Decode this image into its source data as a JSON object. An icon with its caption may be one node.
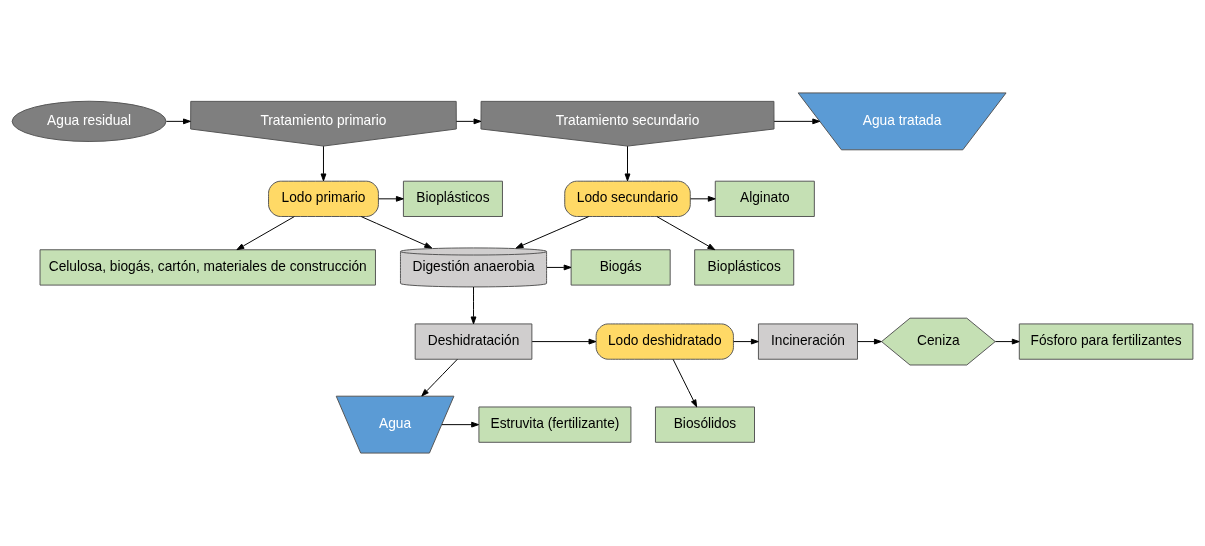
{
  "diagram": {
    "nodes": [
      {
        "text": [
          "Agua residual"
        ]
      },
      {
        "text": [
          "Tratamiento primario"
        ]
      },
      {
        "text": [
          "Tratamiento secundario"
        ]
      },
      {
        "text": [
          "Agua tratada"
        ]
      },
      {
        "text": [
          "Bioplásticos"
        ]
      },
      {
        "text": [
          "Lodo primario"
        ]
      },
      {
        "text": [
          "Lodo secundario"
        ]
      },
      {
        "text": [
          "Alginato"
        ]
      },
      {
        "text": [
          "Celulosa, biogás, cartón, materiales de construcción"
        ]
      },
      {
        "text": [
          "Bioplásticos"
        ]
      },
      {
        "text": [
          "Biogás"
        ]
      },
      {
        "text": [
          "Digestión anaerobia"
        ]
      },
      {
        "text": [
          "Deshidratación"
        ]
      },
      {
        "text": [
          "Lodo deshidratado"
        ]
      },
      {
        "text": [
          "Incineración"
        ]
      },
      {
        "text": [
          "Ceniza"
        ]
      },
      {
        "text": [
          "Fósforo para fertilizantes"
        ]
      },
      {
        "text": [
          "Estruvita (fertilizante)"
        ]
      },
      {
        "text": [
          "Agua"
        ]
      },
      {
        "text": [
          "Biosólidos"
        ]
      }
    ],
    "edges": [
      {
        "from": 0,
        "to": 1,
        "arrow": "to"
      },
      {
        "from": 1,
        "to": 2,
        "arrow": "to"
      },
      {
        "from": 2,
        "to": 3,
        "arrow": "to"
      },
      {
        "from": 1,
        "to": 5,
        "arrow": "to"
      },
      {
        "from": 2,
        "to": 6,
        "arrow": "to"
      },
      {
        "from": 5,
        "to": 4,
        "arrow": "to"
      },
      {
        "from": 5,
        "to": 8,
        "arrow": "to"
      },
      {
        "from": 6,
        "to": 7,
        "arrow": "to"
      },
      {
        "from": 6,
        "to": 9,
        "arrow": "to"
      },
      {
        "from": 5,
        "to": 11,
        "arrow": "to"
      },
      {
        "from": 6,
        "to": 11,
        "arrow": "to"
      },
      {
        "from": 11,
        "to": 10,
        "arrow": "to"
      },
      {
        "from": 11,
        "to": 12,
        "arrow": "to"
      },
      {
        "from": 12,
        "to": 13,
        "arrow": "to"
      },
      {
        "from": 12,
        "to": 18,
        "arrow": "to"
      },
      {
        "from": 18,
        "to": 17,
        "arrow": "to"
      },
      {
        "from": 13,
        "to": 19,
        "arrow": "to"
      },
      {
        "from": 13,
        "to": 14,
        "arrow": "to"
      },
      {
        "from": 14,
        "to": 15,
        "arrow": "to"
      },
      {
        "from": 15,
        "to": 16,
        "arrow": "to"
      }
    ]
  }
}
